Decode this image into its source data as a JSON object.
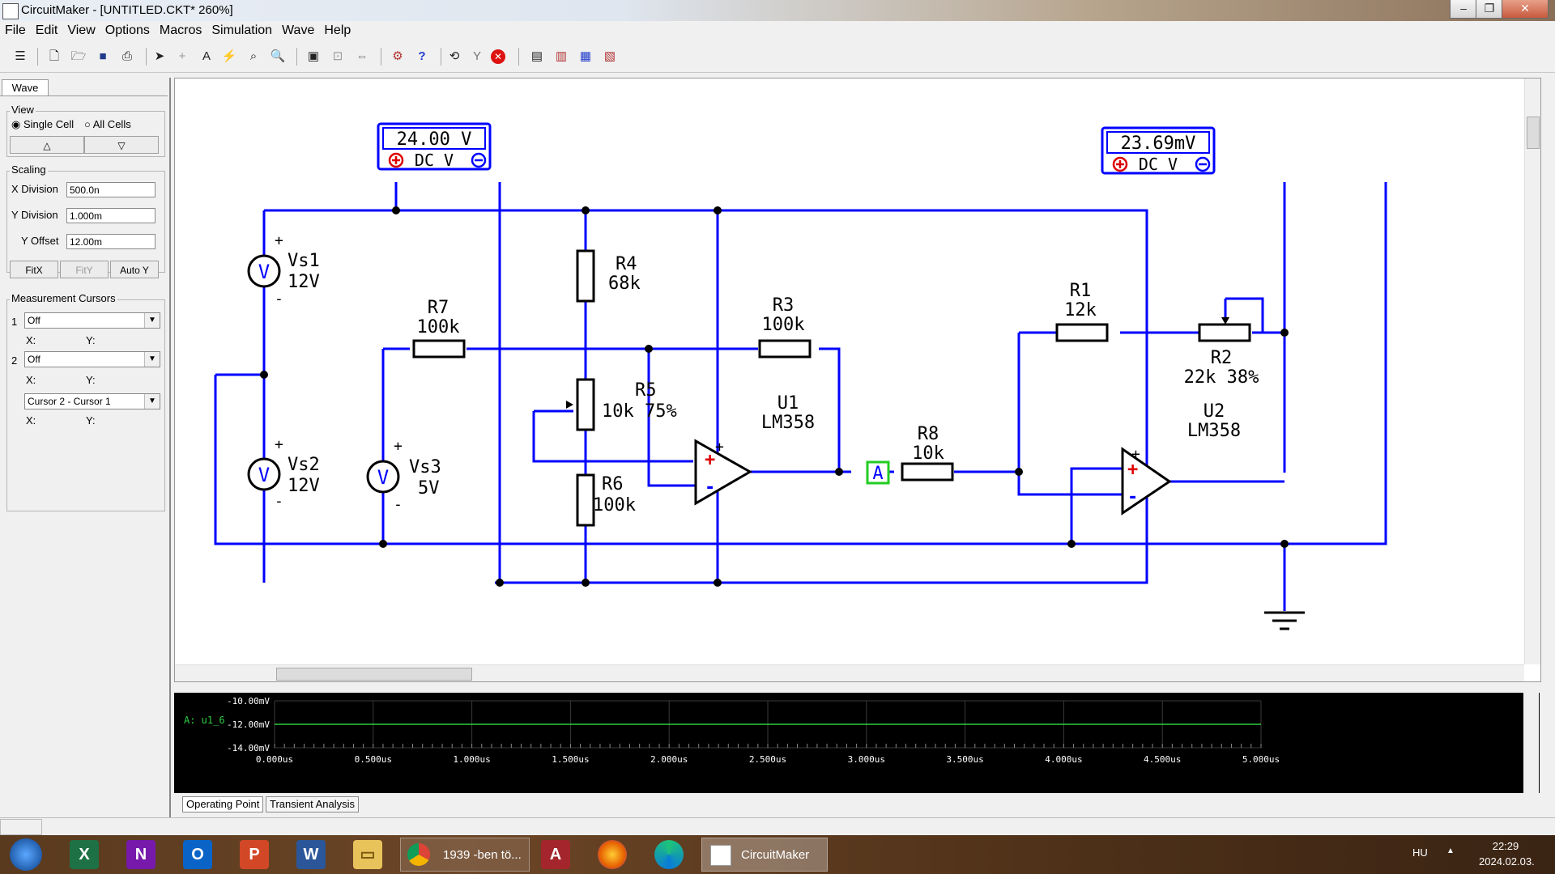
{
  "window": {
    "title": "CircuitMaker - [UNTITLED.CKT* 260%]",
    "min_glyph": "–",
    "max_glyph": "❐",
    "close_glyph": "✕"
  },
  "menu": [
    "File",
    "Edit",
    "View",
    "Options",
    "Macros",
    "Simulation",
    "Wave",
    "Help"
  ],
  "panel": {
    "tab": "Wave",
    "view": {
      "label": "View",
      "single_cell": "Single Cell",
      "all_cells": "All Cells",
      "selected": "Single Cell",
      "up_glyph": "△",
      "down_glyph": "▽"
    },
    "scaling": {
      "label": "Scaling",
      "x_division_label": "X Division",
      "x_division_value": "500.0n",
      "y_division_label": "Y Division",
      "y_division_value": "1.000m",
      "y_offset_label": "Y Offset",
      "y_offset_value": "12.00m",
      "fit_x": "FitX",
      "fit_y": "FitY",
      "auto_y": "Auto Y"
    },
    "cursors": {
      "label": "Measurement Cursors",
      "c1_num": "1",
      "c1_value": "Off",
      "c2_num": "2",
      "c2_value": "Off",
      "mode_value": "Cursor 2 - Cursor 1",
      "x_label": "X:",
      "y_label": "Y:"
    }
  },
  "schematic": {
    "meter1": {
      "reading": "24.00 V",
      "mode": "DC  V"
    },
    "meter2": {
      "reading": "23.69mV",
      "mode": "DC  V"
    },
    "vs1": {
      "glyph": "V",
      "name": "Vs1",
      "value": "12V"
    },
    "vs2": {
      "glyph": "V",
      "name": "Vs2",
      "value": "12V"
    },
    "vs3": {
      "glyph": "V",
      "name": "Vs3",
      "value": "5V"
    },
    "r1": {
      "name": "R1",
      "value": "12k"
    },
    "r2": {
      "name": "R2",
      "value": "22k 38%"
    },
    "r3": {
      "name": "R3",
      "value": "100k"
    },
    "r4": {
      "name": "R4",
      "value": "68k"
    },
    "r5": {
      "name": "R5",
      "value": "10k 75%"
    },
    "r6": {
      "name": "R6",
      "value": "100k"
    },
    "r7": {
      "name": "R7",
      "value": "100k"
    },
    "r8": {
      "name": "R8",
      "value": "10k"
    },
    "u1": {
      "name": "U1",
      "part": "LM358"
    },
    "u2": {
      "name": "U2",
      "part": "LM358"
    },
    "probe": "A",
    "plus": "+",
    "minus": "-"
  },
  "wave": {
    "trace_label": "A: u1_6",
    "y_ticks": [
      "-10.00mV",
      "-12.00mV",
      "-14.00mV"
    ],
    "x_ticks": [
      "0.000us",
      "0.500us",
      "1.000us",
      "1.500us",
      "2.000us",
      "2.500us",
      "3.000us",
      "3.500us",
      "4.000us",
      "4.500us",
      "5.000us"
    ],
    "trace_color": "#2ecc40",
    "trace_value_mV": -12.0
  },
  "tabs": [
    "Operating Point",
    "Transient Analysis"
  ],
  "taskbar": {
    "apps": [
      {
        "icon": "excel-icon",
        "glyph": "X",
        "color": "#1e7145"
      },
      {
        "icon": "onenote-icon",
        "glyph": "N",
        "color": "#7719aa"
      },
      {
        "icon": "outlook-icon",
        "glyph": "O",
        "color": "#0a64c8"
      },
      {
        "icon": "powerpoint-icon",
        "glyph": "P",
        "color": "#d24726"
      },
      {
        "icon": "word-icon",
        "glyph": "W",
        "color": "#2b579a"
      }
    ],
    "chrome_task": "1939 -ben tö...",
    "access_glyph": "A",
    "circuitmaker_task": "CircuitMaker",
    "lang": "HU",
    "tray_arrow": "▲",
    "time": "22:29",
    "date": "2024.02.03."
  }
}
